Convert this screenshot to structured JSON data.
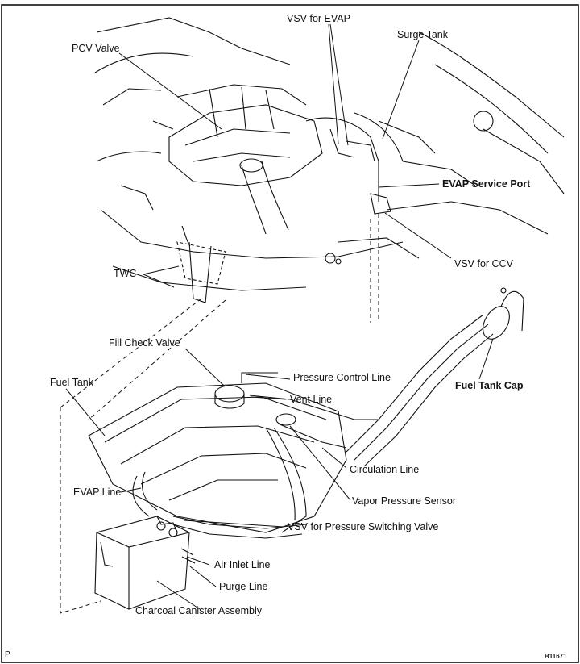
{
  "labels": {
    "vsv_evap": "VSV for EVAP",
    "surge_tank": "Surge Tank",
    "pcv_valve": "PCV Valve",
    "evap_service_port": "EVAP Service Port",
    "twc": "TWC",
    "vsv_ccv": "VSV for CCV",
    "fill_check_valve": "Fill Check Valve",
    "fuel_tank": "Fuel Tank",
    "pressure_control_line": "Pressure Control Line",
    "vent_line": "Vent Line",
    "fuel_tank_cap": "Fuel Tank Cap",
    "circulation_line": "Circulation Line",
    "vapor_pressure_sensor": "Vapor Pressure Sensor",
    "evap_line": "EVAP Line",
    "vsv_pressure_switching": "VSV for Pressure Switching Valve",
    "air_inlet_line": "Air Inlet Line",
    "purge_line": "Purge Line",
    "charcoal_canister": "Charcoal Canister Assembly"
  },
  "footer": {
    "left_mark": "P",
    "figure_code": "B11671"
  },
  "colors": {
    "line": "#111111",
    "background": "#ffffff"
  }
}
